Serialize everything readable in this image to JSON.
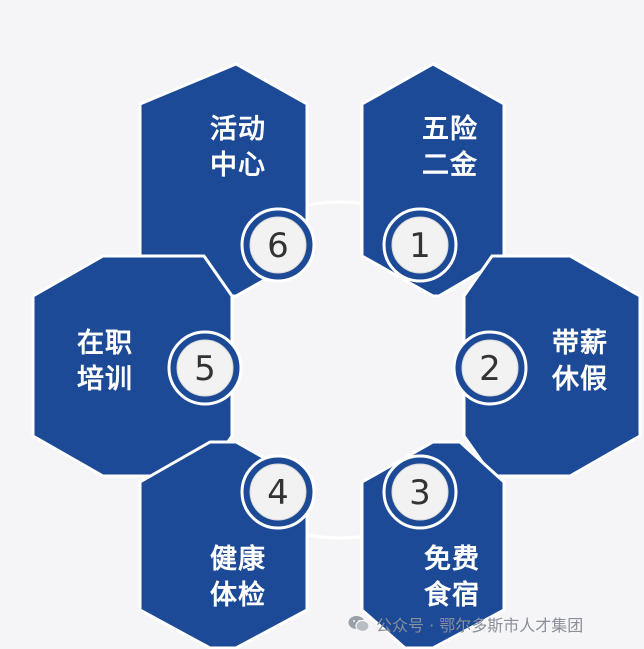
{
  "colors": {
    "background": "#f5f5f7",
    "hex_fill": "#1c4a96",
    "hex_edge": "#ffffff",
    "ring": "#ffffff",
    "badge_fill": "#f2f2f2",
    "badge_text": "#333333",
    "label_text": "#ffffff"
  },
  "segments": [
    {
      "number": "1",
      "line1": "五险",
      "line2": "二金"
    },
    {
      "number": "2",
      "line1": "带薪",
      "line2": "休假"
    },
    {
      "number": "3",
      "line1": "免费",
      "line2": "食宿"
    },
    {
      "number": "4",
      "line1": "健康",
      "line2": "体检"
    },
    {
      "number": "5",
      "line1": "在职",
      "line2": "培训"
    },
    {
      "number": "6",
      "line1": "活动",
      "line2": "中心"
    }
  ],
  "watermark": {
    "icon": "wechat-icon",
    "text": "公众号 · 鄂尔多斯市人才集团"
  }
}
